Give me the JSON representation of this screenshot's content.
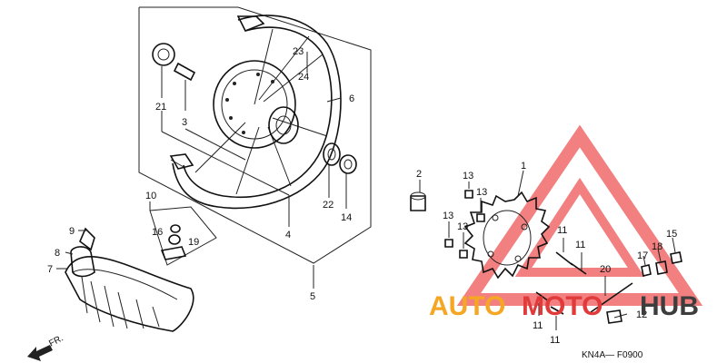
{
  "callouts": [
    {
      "id": "p1",
      "text": "1"
    },
    {
      "id": "p2",
      "text": "2"
    },
    {
      "id": "p3",
      "text": "3"
    },
    {
      "id": "p4",
      "text": "4"
    },
    {
      "id": "p5",
      "text": "5"
    },
    {
      "id": "p6",
      "text": "6"
    },
    {
      "id": "p7",
      "text": "7"
    },
    {
      "id": "p8",
      "text": "8"
    },
    {
      "id": "p9",
      "text": "9"
    },
    {
      "id": "p10",
      "text": "10"
    },
    {
      "id": "p11a",
      "text": "11"
    },
    {
      "id": "p11b",
      "text": "11"
    },
    {
      "id": "p11c",
      "text": "11"
    },
    {
      "id": "p11d",
      "text": "11"
    },
    {
      "id": "p12",
      "text": "12"
    },
    {
      "id": "p13a",
      "text": "13"
    },
    {
      "id": "p13b",
      "text": "13"
    },
    {
      "id": "p13c",
      "text": "13"
    },
    {
      "id": "p13d",
      "text": "13"
    },
    {
      "id": "p14",
      "text": "14"
    },
    {
      "id": "p15",
      "text": "15"
    },
    {
      "id": "p16",
      "text": "16"
    },
    {
      "id": "p17",
      "text": "17"
    },
    {
      "id": "p18",
      "text": "18"
    },
    {
      "id": "p19",
      "text": "19"
    },
    {
      "id": "p20",
      "text": "20"
    },
    {
      "id": "p21",
      "text": "21"
    },
    {
      "id": "p22",
      "text": "22"
    },
    {
      "id": "p23",
      "text": "23"
    },
    {
      "id": "p24",
      "text": "24"
    }
  ],
  "direction_label": "FR.",
  "diagram_code": "KN4A— F0900",
  "watermark": {
    "left": "AUTO",
    "middle": "MOTO",
    "right": "HUB",
    "color_triangle": "#f06a6a",
    "color_orange": "#f5a623",
    "color_red": "#e03a3a",
    "color_dark": "#3d3d3d"
  }
}
